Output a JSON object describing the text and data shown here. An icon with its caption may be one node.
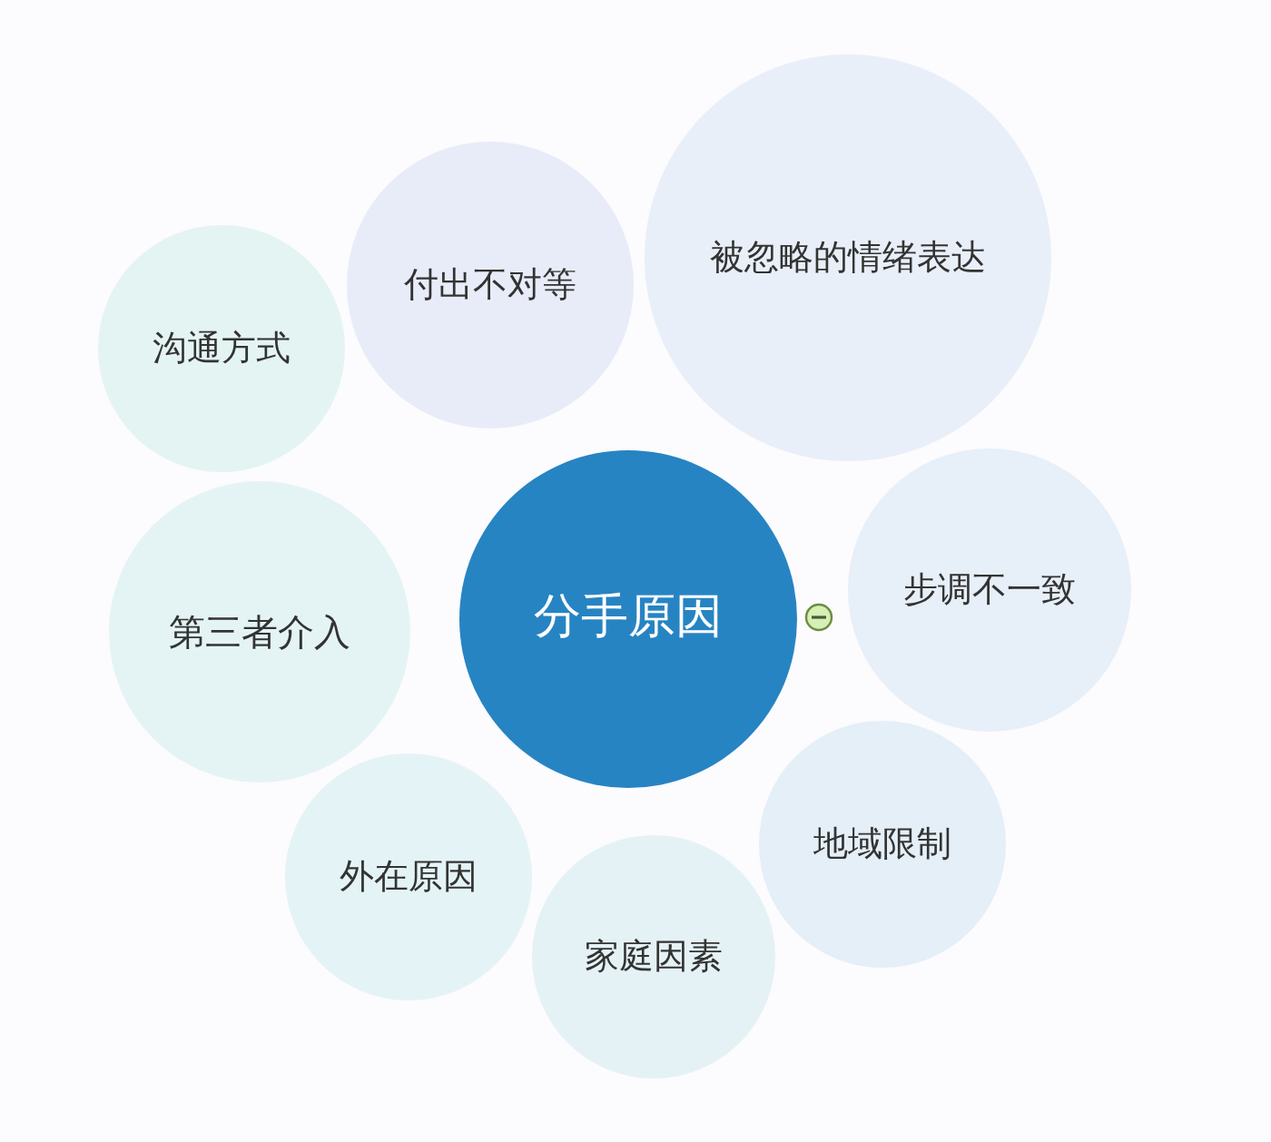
{
  "diagram": {
    "nodes": [
      {
        "text": [
          "被忽略的情绪表达"
        ]
      },
      {
        "text": [
          "付出不对等"
        ]
      },
      {
        "text": [
          "沟通方式"
        ]
      },
      {
        "text": [
          "第三者介入"
        ]
      },
      {
        "text": [
          "分手原因"
        ]
      },
      {
        "text": [
          "步调不一致"
        ]
      },
      {
        "text": [
          "外在原因"
        ]
      },
      {
        "text": [
          "地域限制"
        ]
      },
      {
        "text": [
          "家庭因素"
        ]
      }
    ]
  }
}
